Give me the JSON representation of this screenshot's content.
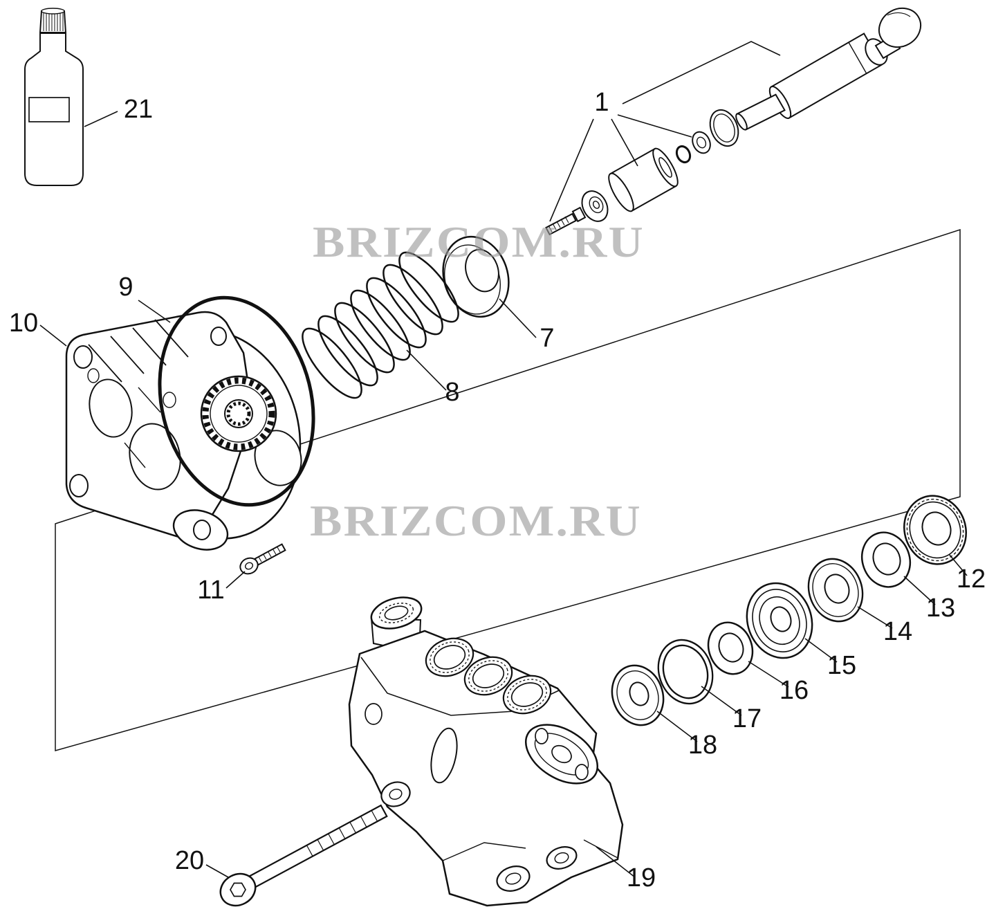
{
  "diagram": {
    "background_color": "#ffffff",
    "line_color": "#111111",
    "watermark": {
      "text": "BRIZCOM.RU",
      "color": "#9a9a9a"
    },
    "part_labels": {
      "p1": "1",
      "p7": "7",
      "p8": "8",
      "p9": "9",
      "p10": "10",
      "p11": "11",
      "p12": "12",
      "p13": "13",
      "p14": "14",
      "p15": "15",
      "p16": "16",
      "p17": "17",
      "p18": "18",
      "p19": "19",
      "p20": "20",
      "p21": "21"
    }
  }
}
